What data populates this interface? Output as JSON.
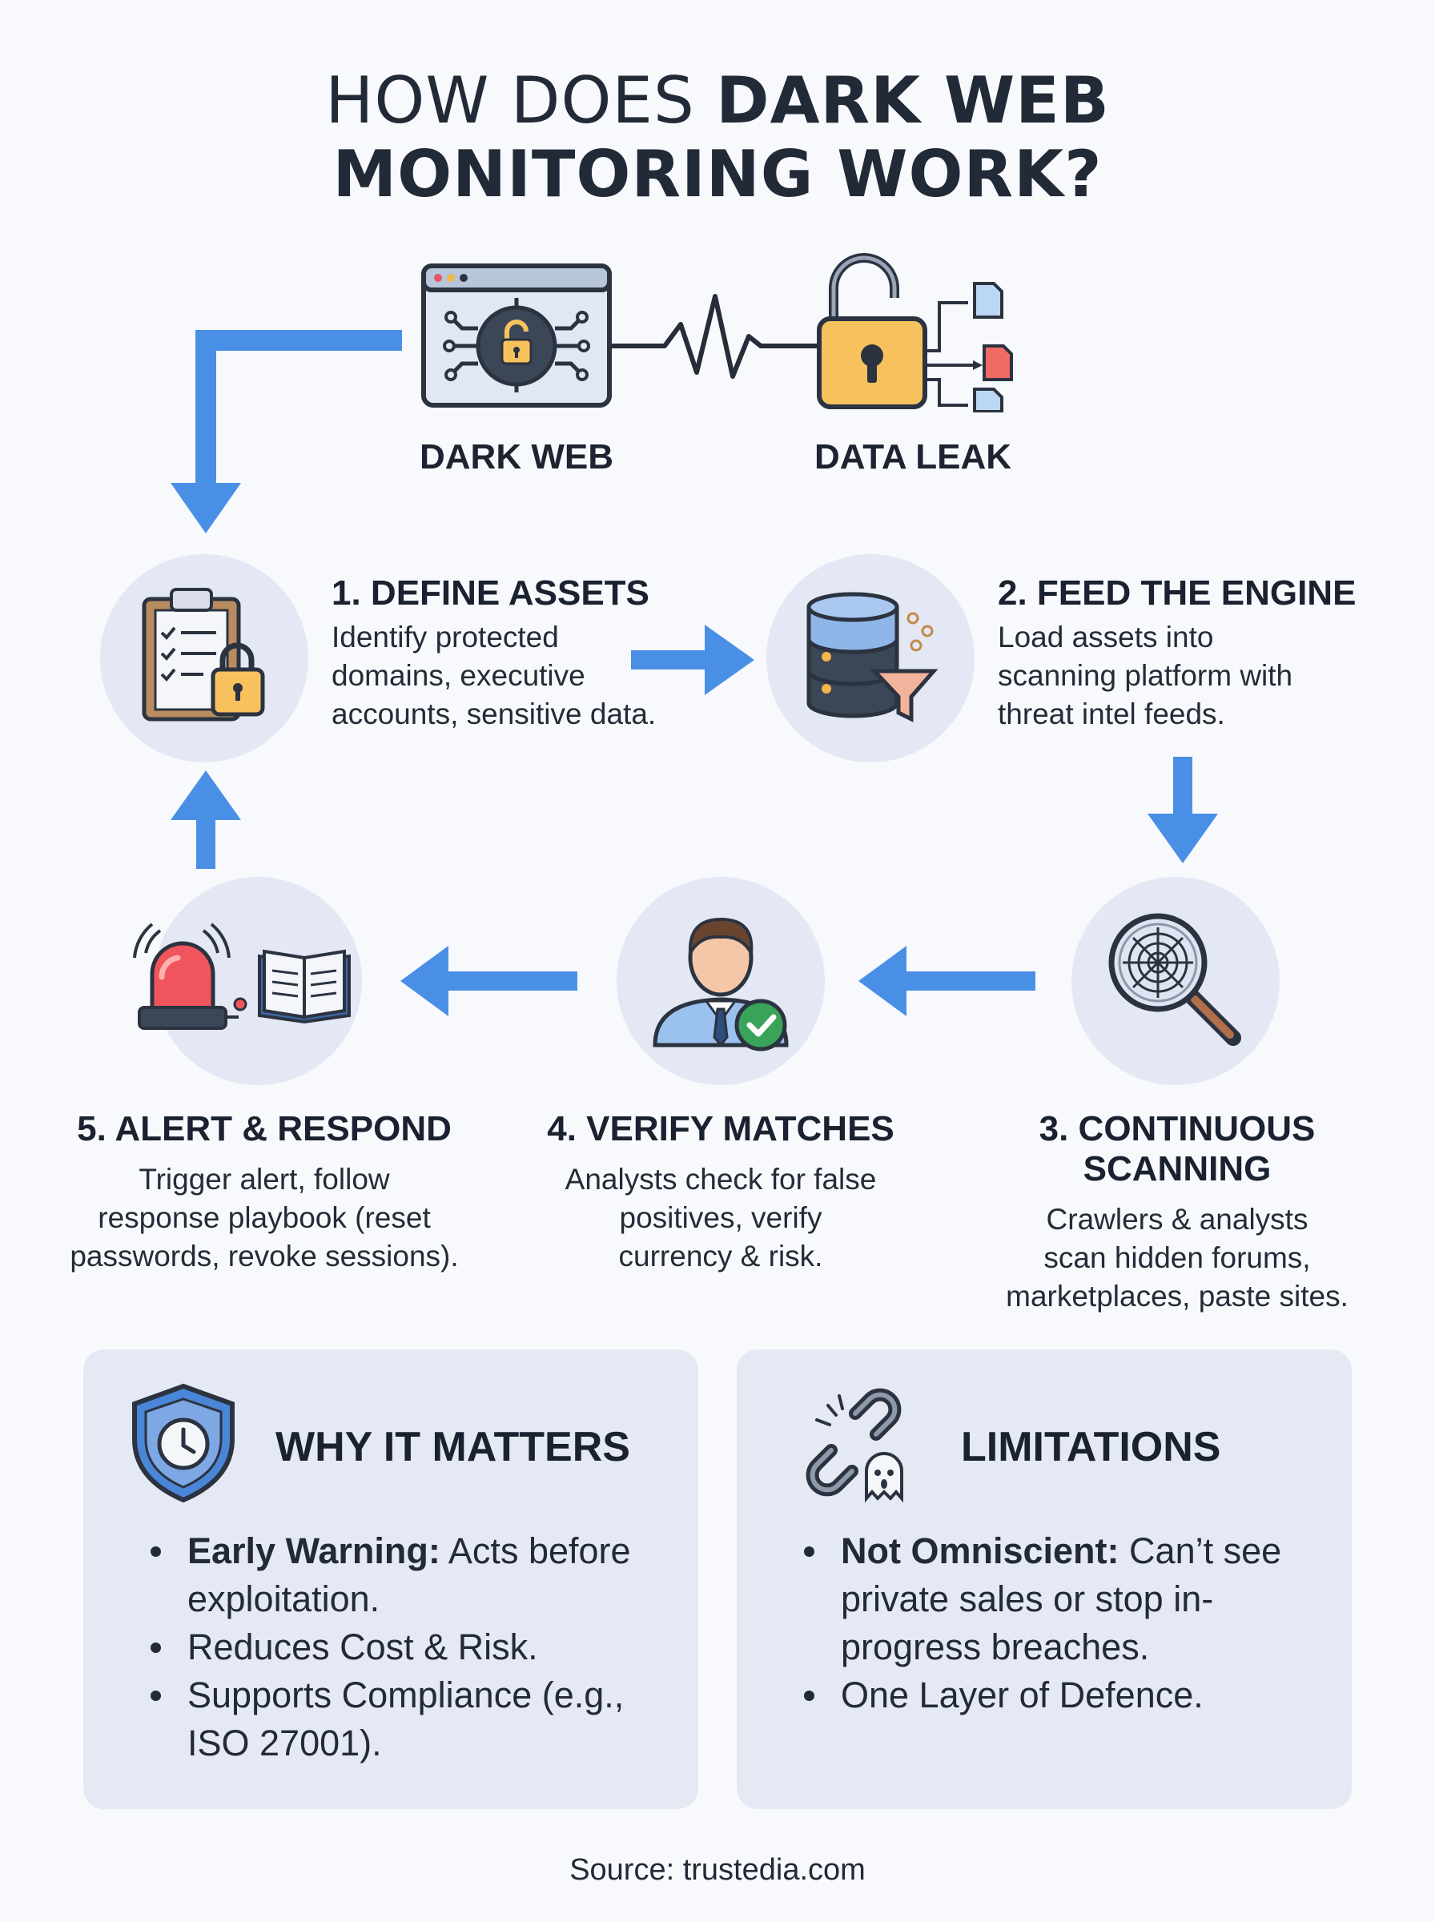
{
  "title": {
    "light": "HOW DOES ",
    "bold1": "DARK WEB",
    "bold2": "MONITORING WORK?"
  },
  "top": {
    "dark_web_label": "DARK WEB",
    "data_leak_label": "DATA LEAK"
  },
  "steps": [
    {
      "title": "1. DEFINE ASSETS",
      "lines": [
        "Identify protected",
        "domains, executive",
        "accounts, sensitive data."
      ]
    },
    {
      "title": "2. FEED THE ENGINE",
      "lines": [
        "Load assets into",
        "scanning platform with",
        "threat intel feeds."
      ]
    },
    {
      "title_lines": [
        "3. CONTINUOUS",
        "SCANNING"
      ],
      "lines": [
        "Crawlers & analysts",
        "scan hidden forums,",
        "marketplaces, paste sites."
      ]
    },
    {
      "title": "4. VERIFY MATCHES",
      "lines": [
        "Analysts check for false",
        "positives, verify",
        "currency & risk."
      ]
    },
    {
      "title": "5. ALERT & RESPOND",
      "lines": [
        "Trigger alert, follow",
        "response playbook (reset",
        "passwords, revoke sessions)."
      ]
    }
  ],
  "why": {
    "title": "WHY IT MATTERS",
    "items": [
      {
        "bold": "Early Warning:",
        "lines": [
          "Acts before",
          "exploitation."
        ]
      },
      {
        "lines": [
          "Reduces Cost & Risk."
        ]
      },
      {
        "lines": [
          "Supports Compliance (e.g.,",
          "ISO 27001)."
        ]
      }
    ]
  },
  "limits": {
    "title": "LIMITATIONS",
    "items": [
      {
        "bold": "Not Omniscient:",
        "lines": [
          "Can’t see",
          "private sales or stop in-",
          "progress breaches."
        ]
      },
      {
        "lines": [
          "One Layer of Defence."
        ]
      }
    ]
  },
  "source": "Source: trustedia.com",
  "icons": {
    "browser": "browser-circuit-lock-icon",
    "padlock": "open-padlock-icon",
    "clipboard": "clipboard-lock-icon",
    "database": "database-funnel-icon",
    "magnifier": "magnifier-web-icon",
    "analyst": "analyst-check-icon",
    "alarm": "alarm-siren-icon",
    "book": "playbook-icon",
    "shield": "shield-clock-icon",
    "chain": "broken-chain-ghost-icon"
  },
  "colors": {
    "arrow": "#4a8fe6",
    "lock": "#f7c25e",
    "circle": "#e3e8f4",
    "siren": "#f0545c",
    "check": "#3aa35a"
  }
}
